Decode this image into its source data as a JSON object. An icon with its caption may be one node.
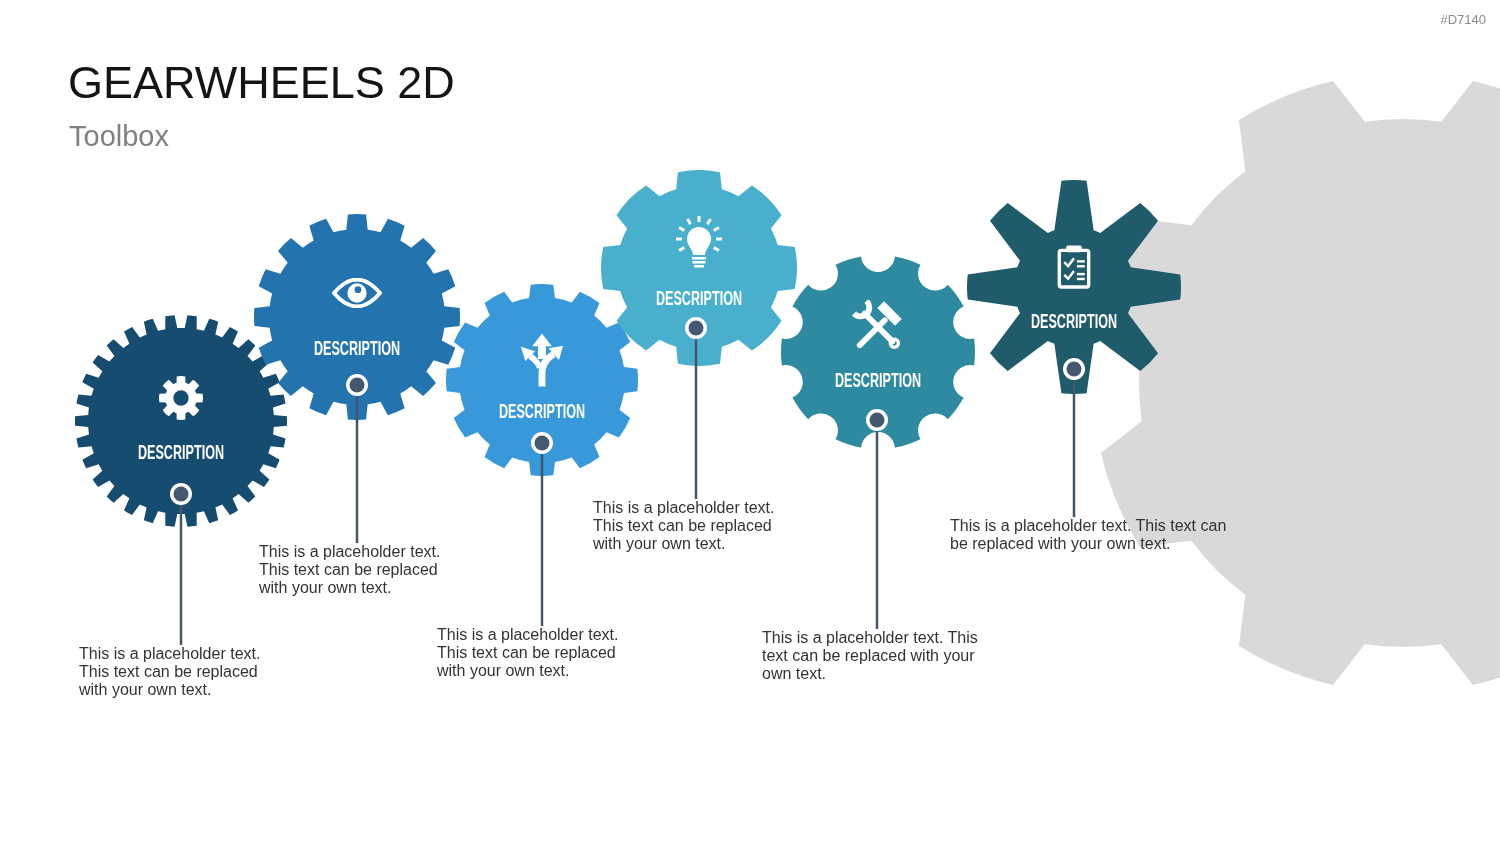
{
  "diagram": {
    "title": "GEARWHEELS 2D",
    "nodes": [
      {
        "text": [
          "DESCRIPTION"
        ]
      },
      {
        "text": [],
        "shape": "circle",
        "in": 0
      },
      {
        "text": [
          "This is a placeholder text. This text can be replaced with your own text."
        ]
      },
      {
        "text": [
          "DESCRIPTION"
        ]
      },
      {
        "text": [],
        "shape": "circle",
        "in": 3
      },
      {
        "text": [
          "This is a placeholder text. This text can be replaced with your own text."
        ]
      },
      {
        "text": [
          "DESCRIPTION"
        ]
      },
      {
        "text": [],
        "shape": "circle",
        "in": 6
      },
      {
        "text": [
          "This is a placeholder text. This text can be replaced with your own text."
        ]
      },
      {
        "text": [
          "DESCRIPTION"
        ]
      },
      {
        "text": [],
        "shape": "circle",
        "in": 9
      },
      {
        "text": [
          "This is a placeholder text. This text can be replaced with your own text."
        ]
      },
      {
        "text": [
          "DESCRIPTION"
        ]
      },
      {
        "text": [],
        "shape": "circle",
        "in": 12
      },
      {
        "text": [
          "This is a placeholder text. This text can be replaced with your own text."
        ]
      },
      {
        "text": [
          "DESCRIPTION"
        ]
      },
      {
        "text": [],
        "shape": "circle",
        "in": 15
      },
      {
        "text": [
          "This is a placeholder text. This text can be replaced with your own text."
        ]
      }
    ],
    "edges": [
      {
        "from": 2,
        "to": 1,
        "arrow": "none"
      },
      {
        "from": 5,
        "to": 4,
        "arrow": "none"
      },
      {
        "from": 8,
        "to": 7,
        "arrow": "none"
      },
      {
        "from": 11,
        "to": 10,
        "arrow": "none"
      },
      {
        "from": 14,
        "to": 13,
        "arrow": "none"
      },
      {
        "from": 17,
        "to": 16,
        "arrow": "none"
      }
    ],
    "labels": [
      "#D7140",
      "Toolbox"
    ]
  }
}
